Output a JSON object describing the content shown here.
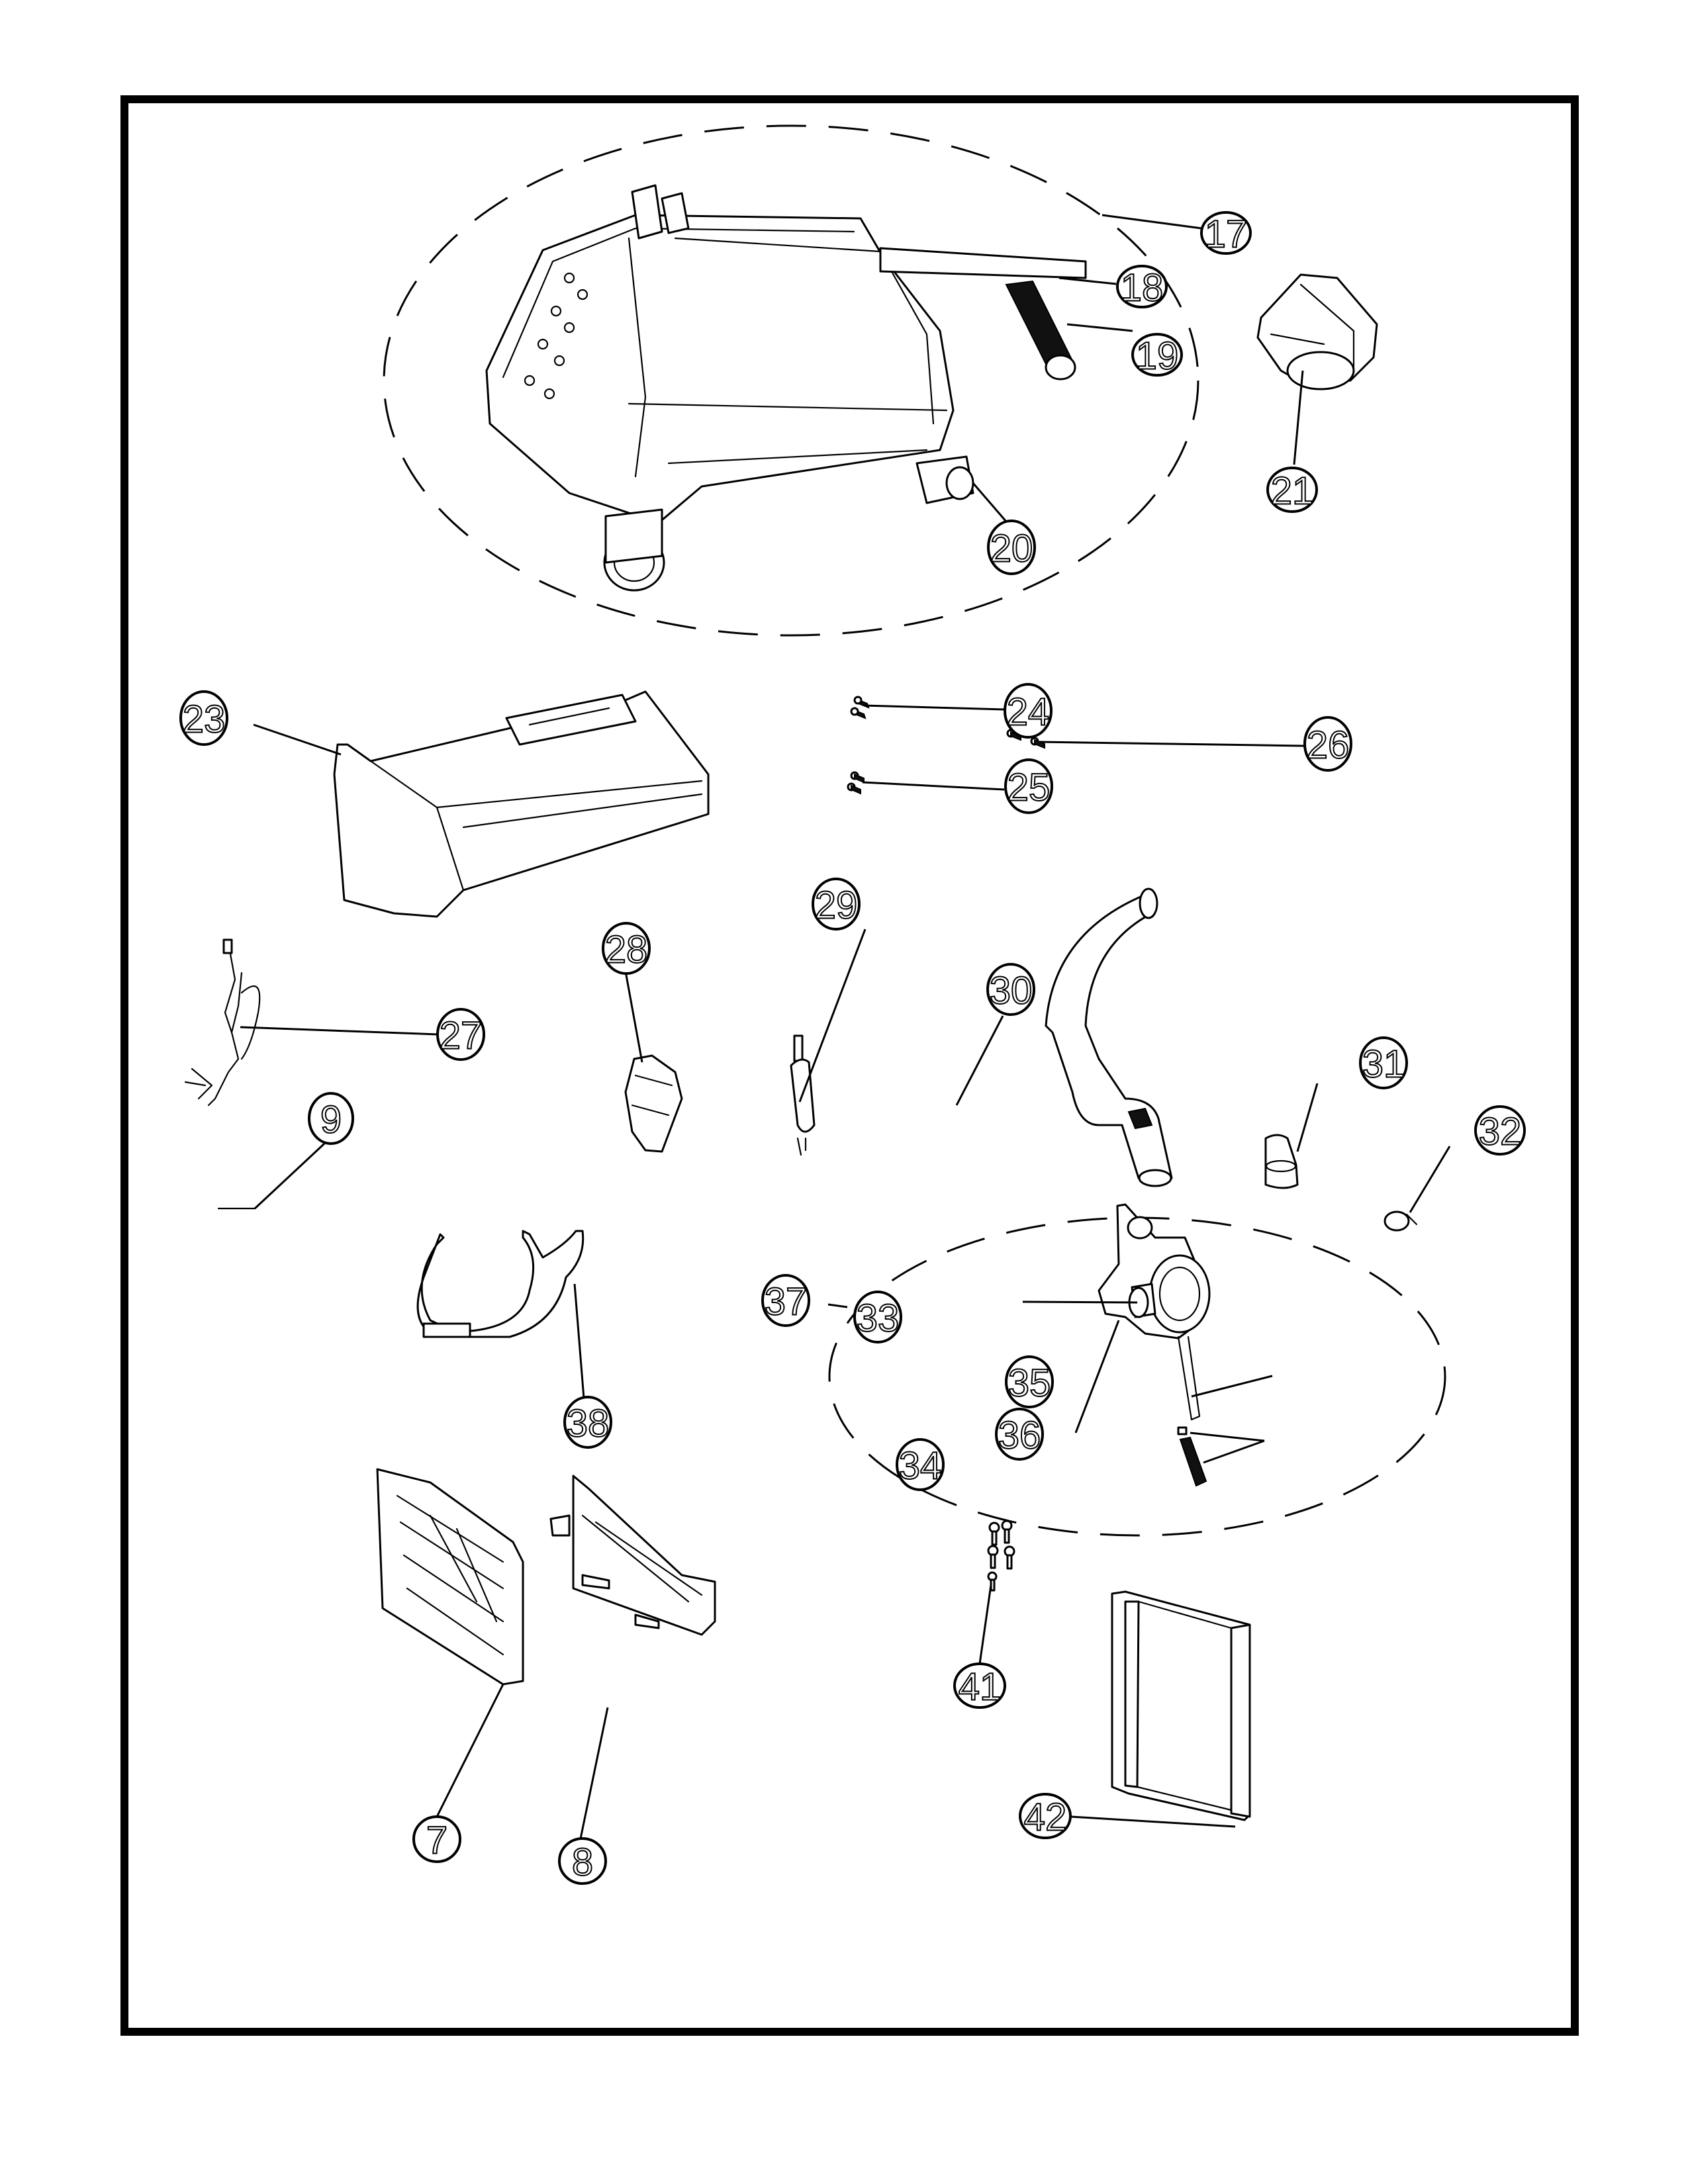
{
  "diagram": {
    "type": "exploded-parts-diagram",
    "background_color": "#ffffff",
    "line_color": "#000000",
    "groups": [
      {
        "id": "group-17",
        "label": "17",
        "description": "dispenser housing assembly (dashed boundary)"
      },
      {
        "id": "group-37",
        "label": "37",
        "description": "drain pump assembly (dashed boundary)"
      }
    ],
    "callouts": [
      {
        "id": "17",
        "label": "17",
        "part": "dispenser-housing-assembly"
      },
      {
        "id": "18",
        "label": "18",
        "part": "clamp"
      },
      {
        "id": "19",
        "label": "19",
        "part": "bellows-hose"
      },
      {
        "id": "20",
        "label": "20",
        "part": "outlet-elbow"
      },
      {
        "id": "21",
        "label": "21",
        "part": "water-inlet-valve"
      },
      {
        "id": "23",
        "label": "23",
        "part": "dispenser-drawer"
      },
      {
        "id": "24",
        "label": "24",
        "part": "screws"
      },
      {
        "id": "25",
        "label": "25",
        "part": "screws"
      },
      {
        "id": "26",
        "label": "26",
        "part": "screws"
      },
      {
        "id": "27",
        "label": "27",
        "part": "wire-harness"
      },
      {
        "id": "28",
        "label": "28",
        "part": "door-lock-switch"
      },
      {
        "id": "29",
        "label": "29",
        "part": "sensor"
      },
      {
        "id": "30",
        "label": "30",
        "part": "drain-hose"
      },
      {
        "id": "31",
        "label": "31",
        "part": "hose-elbow"
      },
      {
        "id": "32",
        "label": "32",
        "part": "hose-clamp"
      },
      {
        "id": "33",
        "label": "33",
        "part": "drain-pump"
      },
      {
        "id": "34",
        "label": "34",
        "part": "pump-screw"
      },
      {
        "id": "35",
        "label": "35",
        "part": "tube"
      },
      {
        "id": "36",
        "label": "36",
        "part": "filter-cap"
      },
      {
        "id": "37",
        "label": "37",
        "part": "drain-pump-assembly"
      },
      {
        "id": "38",
        "label": "38",
        "part": "hose-bracket"
      },
      {
        "id": "9",
        "label": "9",
        "part": "ground-wire"
      },
      {
        "id": "7",
        "label": "7",
        "part": "bracket-left"
      },
      {
        "id": "8",
        "label": "8",
        "part": "bracket-right"
      },
      {
        "id": "41",
        "label": "41",
        "part": "screws"
      },
      {
        "id": "42",
        "label": "42",
        "part": "door-frame-panel"
      }
    ]
  }
}
